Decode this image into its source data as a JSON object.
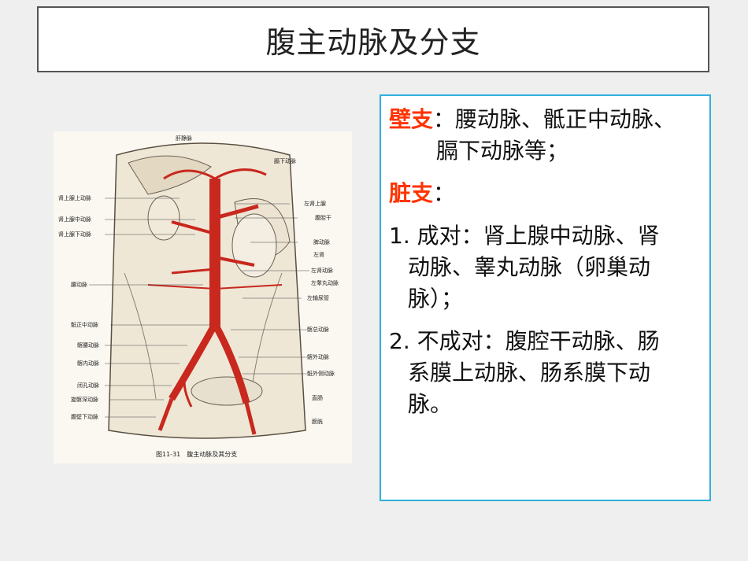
{
  "title": "腹主动脉及分支",
  "text": {
    "wall_label": "壁支",
    "wall_line1": "：腰动脉、骶正中动脉、",
    "wall_line2": "膈下动脉等；",
    "visceral_label": "脏支",
    "visceral_colon": "：",
    "item1_line1": "1. 成对：肾上腺中动脉、肾",
    "item1_line2": "动脉、睾丸动脉（卵巢动",
    "item1_line3": "脉）；",
    "item2_line1": "2. 不成对：腹腔干动脉、肠",
    "item2_line2": "系膜上动脉、肠系膜下动",
    "item2_line3": "脉。"
  },
  "figure": {
    "caption": "图11-31　腹主动脉及其分支",
    "left_labels": [
      "肾上腺上动脉",
      "肾上腺中动脉",
      "肾上腺下动脉",
      "腰动脉",
      "骶正中动脉",
      "髂腰动脉",
      "髂内动脉",
      "闭孔动脉",
      "旋髂深动脉",
      "腹壁下动脉"
    ],
    "right_labels": [
      "膈下动脉",
      "左肾上腺",
      "腹腔干",
      "脾动脉",
      "左肾",
      "左肾动脉",
      "左睾丸动脉",
      "左输尿管",
      "髂总动脉",
      "髂外动脉",
      "骶外侧动脉",
      "直肠",
      "膀胱"
    ],
    "top_label": "肝静脉"
  },
  "colors": {
    "accent_red": "#ff3300",
    "box_border": "#2fb1dc",
    "artery": "#c8281e"
  }
}
